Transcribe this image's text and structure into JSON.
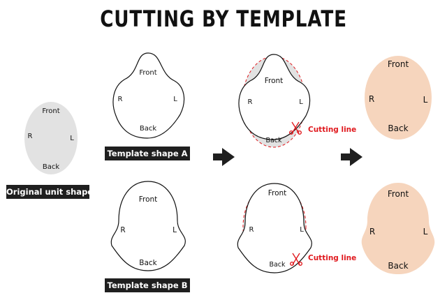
{
  "title": "CUTTING BY TEMPLATE",
  "colors": {
    "gray": "#e2e2e2",
    "peach": "#f6d5bd",
    "red": "#e0191e",
    "dark": "#1f1f1f"
  },
  "original": {
    "front": "Front",
    "back": "Back",
    "r": "R",
    "l": "L",
    "caption": "Original unit shape"
  },
  "template_a": {
    "front": "Front",
    "back": "Back",
    "r": "R",
    "l": "L",
    "caption": "Template shape A"
  },
  "template_b": {
    "front": "Front",
    "back": "Back",
    "r": "R",
    "l": "L",
    "caption": "Template shape B"
  },
  "cut_a": {
    "front": "Front",
    "back": "Back",
    "r": "R",
    "l": "L",
    "cutting_line": "Cutting line"
  },
  "cut_b": {
    "front": "Front",
    "back": "Back",
    "r": "R",
    "l": "L",
    "cutting_line": "Cutting line"
  },
  "result_a": {
    "front": "Front",
    "back": "Back",
    "r": "R",
    "l": "L"
  },
  "result_b": {
    "front": "Front",
    "back": "Back",
    "r": "R",
    "l": "L"
  },
  "icons": {
    "arrow": "arrow-right-icon",
    "scissors": "scissors-icon"
  }
}
